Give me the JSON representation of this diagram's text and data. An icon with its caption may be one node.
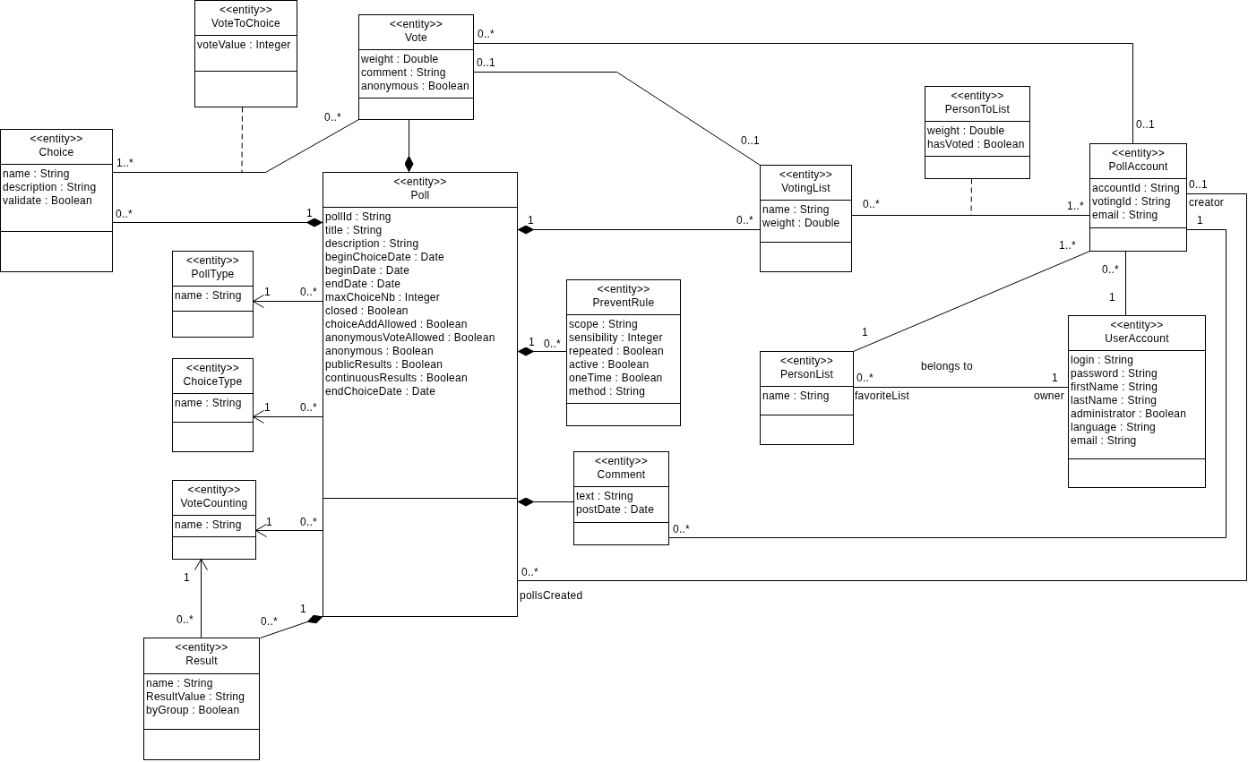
{
  "diagram": {
    "nodes": [
      {
        "text": [
          "<<entity>>",
          "VoteToChoice",
          "voteValue : Integer"
        ]
      },
      {
        "text": [
          "<<entity>>",
          "Vote",
          "weight : Double",
          "comment : String",
          "anonymous : Boolean"
        ]
      },
      {
        "text": [
          "<<entity>>",
          "Choice",
          "name : String",
          "description : String",
          "validate : Boolean"
        ]
      },
      {
        "text": [
          "<<entity>>",
          "Poll",
          "pollId : String",
          "title : String",
          "description : String",
          "beginChoiceDate : Date",
          "beginDate : Date",
          "endDate : Date",
          "maxChoiceNb : Integer",
          "closed : Boolean",
          "choiceAddAllowed : Boolean",
          "anonymousVoteAllowed : Boolean",
          "anonymous : Boolean",
          "publicResults : Boolean",
          "continuousResults : Boolean",
          "endChoiceDate : Date"
        ]
      },
      {
        "text": [
          "<<entity>>",
          "PersonToList",
          "weight : Double",
          "hasVoted : Boolean"
        ]
      },
      {
        "text": [
          "<<entity>>",
          "PollAccount",
          "accountId : String",
          "votingId : String",
          "email : String"
        ]
      },
      {
        "text": [
          "<<entity>>",
          "VotingList",
          "name : String",
          "weight : Double"
        ]
      },
      {
        "text": [
          "<<entity>>",
          "PollType",
          "name : String"
        ]
      },
      {
        "text": [
          "<<entity>>",
          "PreventRule",
          "scope : String",
          "sensibility : Integer",
          "repeated : Boolean",
          "active : Boolean",
          "oneTime : Boolean",
          "method : String"
        ]
      },
      {
        "text": [
          "<<entity>>",
          "UserAccount",
          "login : String",
          "password : String",
          "firstName : String",
          "lastName : String",
          "administrator : Boolean",
          "language : String",
          "email : String"
        ]
      },
      {
        "text": [
          "<<entity>>",
          "PersonList",
          "name : String"
        ]
      },
      {
        "text": [
          "<<entity>>",
          "ChoiceType",
          "name : String"
        ]
      },
      {
        "text": [
          "<<entity>>",
          "Comment",
          "text : String",
          "postDate : Date"
        ]
      },
      {
        "text": [
          "<<entity>>",
          "VoteCounting",
          "name : String"
        ]
      },
      {
        "text": [
          "<<entity>>",
          "Result",
          "name : String",
          "ResultValue : String",
          "byGroup : Boolean"
        ]
      }
    ],
    "edges": [
      {
        "from": 2,
        "to": 1,
        "arrow": "none"
      },
      {
        "from": 0,
        "to": null,
        "arrow": "none",
        "style": "dashed"
      },
      {
        "from": 1,
        "to": 3,
        "arrow": "other"
      },
      {
        "from": 2,
        "to": 3,
        "arrow": "other"
      },
      {
        "from": 1,
        "to": 5,
        "arrow": "none"
      },
      {
        "from": 1,
        "to": 6,
        "arrow": "none"
      },
      {
        "from": 6,
        "to": 3,
        "arrow": "other"
      },
      {
        "from": 6,
        "to": 5,
        "arrow": "none"
      },
      {
        "from": 4,
        "to": null,
        "arrow": "none",
        "style": "dashed"
      },
      {
        "from": 3,
        "to": 7,
        "arrow": "to"
      },
      {
        "from": 8,
        "to": 3,
        "arrow": "other"
      },
      {
        "from": 5,
        "to": 10,
        "arrow": "none"
      },
      {
        "from": 5,
        "to": 9,
        "arrow": "none"
      },
      {
        "from": 10,
        "to": 9,
        "arrow": "none",
        "label": "belongs to"
      },
      {
        "from": 3,
        "to": 11,
        "arrow": "to"
      },
      {
        "from": 12,
        "to": 3,
        "arrow": "other"
      },
      {
        "from": 12,
        "to": 5,
        "arrow": "none"
      },
      {
        "from": 3,
        "to": 5,
        "arrow": "none"
      },
      {
        "from": 3,
        "to": 13,
        "arrow": "to"
      },
      {
        "from": 14,
        "to": 13,
        "arrow": "to"
      },
      {
        "from": 14,
        "to": 3,
        "arrow": "other"
      }
    ],
    "labels": [
      "0..*",
      "0..1",
      "0..*",
      "0..1",
      "0..1",
      "1..*",
      "0..1",
      "0..*",
      "1..*",
      "creator",
      "0..*",
      "1",
      "1",
      "0..*",
      "1",
      "1..*",
      "0..*",
      "1",
      "0..*",
      "1",
      "1",
      "1",
      "0..*",
      "0..*",
      "1",
      "favoriteList",
      "owner",
      "1",
      "0..*",
      "1",
      "0..*",
      "0..*",
      "1",
      "0..*",
      "pollsCreated",
      "1",
      "0..*",
      "0..*"
    ]
  }
}
